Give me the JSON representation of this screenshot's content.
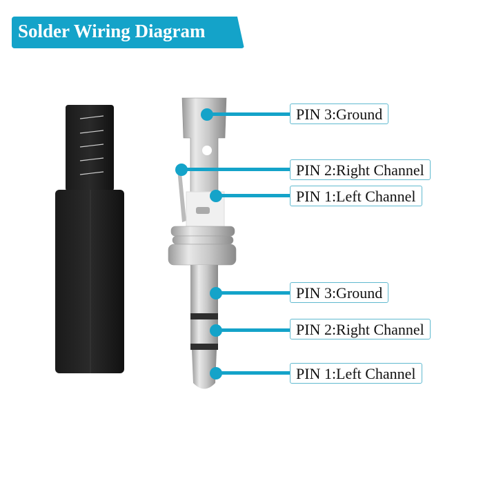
{
  "title": "Solder Wiring Diagram",
  "colors": {
    "accent": "#14a3c9",
    "label_border": "#5fb9cf",
    "text": "#111111"
  },
  "components": {
    "housing": "black-plastic-housing-with-spring-strain-relief",
    "connector": "3.5mm-stereo-plug-metal"
  },
  "labels": {
    "top": [
      {
        "text": "PIN 3:Ground"
      },
      {
        "text": "PIN 2:Right Channel"
      },
      {
        "text": "PIN 1:Left Channel"
      }
    ],
    "bottom": [
      {
        "text": "PIN 3:Ground"
      },
      {
        "text": "PIN 2:Right Channel"
      },
      {
        "text": "PIN 1:Left Channel"
      }
    ]
  }
}
